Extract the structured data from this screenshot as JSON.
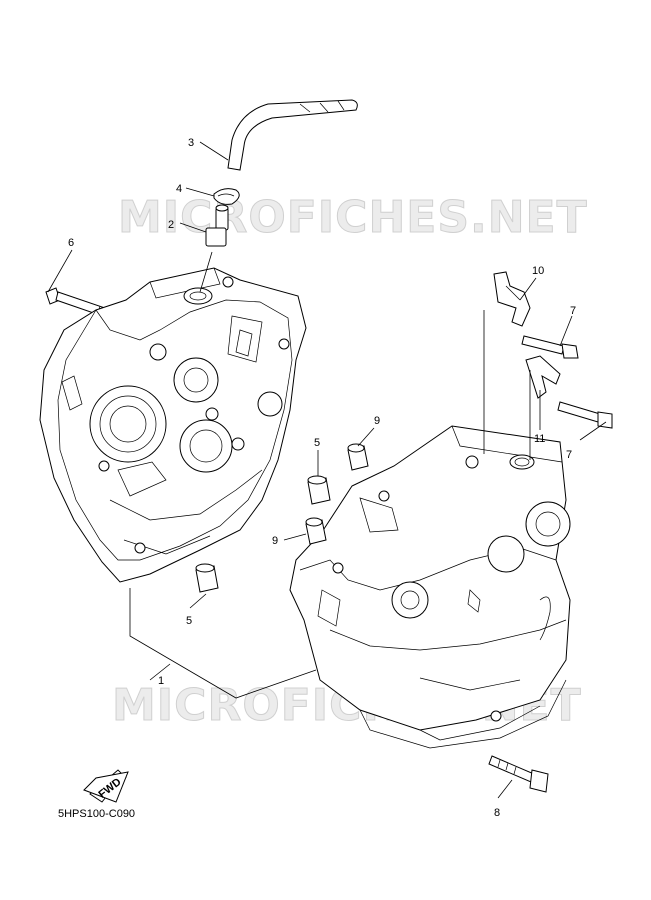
{
  "diagram": {
    "watermark_top": "MICROFICHES.NET",
    "watermark_bottom": "MICROFICHES.NET",
    "diagram_code": "5HPS100-C090",
    "fwd_label": "FWD",
    "callouts": {
      "c1": "1",
      "c2": "2",
      "c3": "3",
      "c4": "4",
      "c5a": "5",
      "c5b": "5",
      "c6": "6",
      "c7a": "7",
      "c7b": "7",
      "c8": "8",
      "c9a": "9",
      "c9b": "9",
      "c10": "10",
      "c11": "11"
    }
  }
}
